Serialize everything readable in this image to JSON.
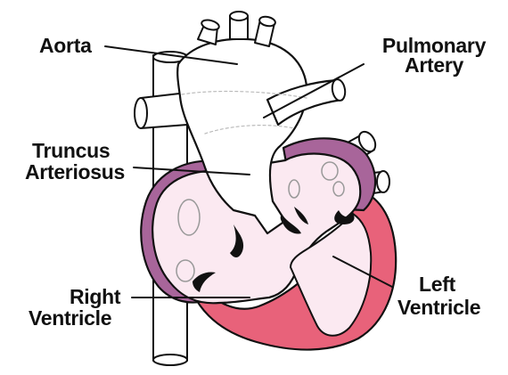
{
  "labels": {
    "aorta": "Aorta",
    "pulmonary_1": "Pulmonary",
    "pulmonary_2": "Artery",
    "truncus_1": "Truncus",
    "truncus_2": "Arteriosus",
    "right_1": "Right",
    "right_2": "Ventricle",
    "left_1": "Left",
    "left_2": "Ventricle"
  },
  "colors": {
    "outline": "#111111",
    "cavity": "#fbe9f1",
    "vessel": "#ffffff",
    "muscle": "#e8627a",
    "atrium": "#a8659a"
  }
}
